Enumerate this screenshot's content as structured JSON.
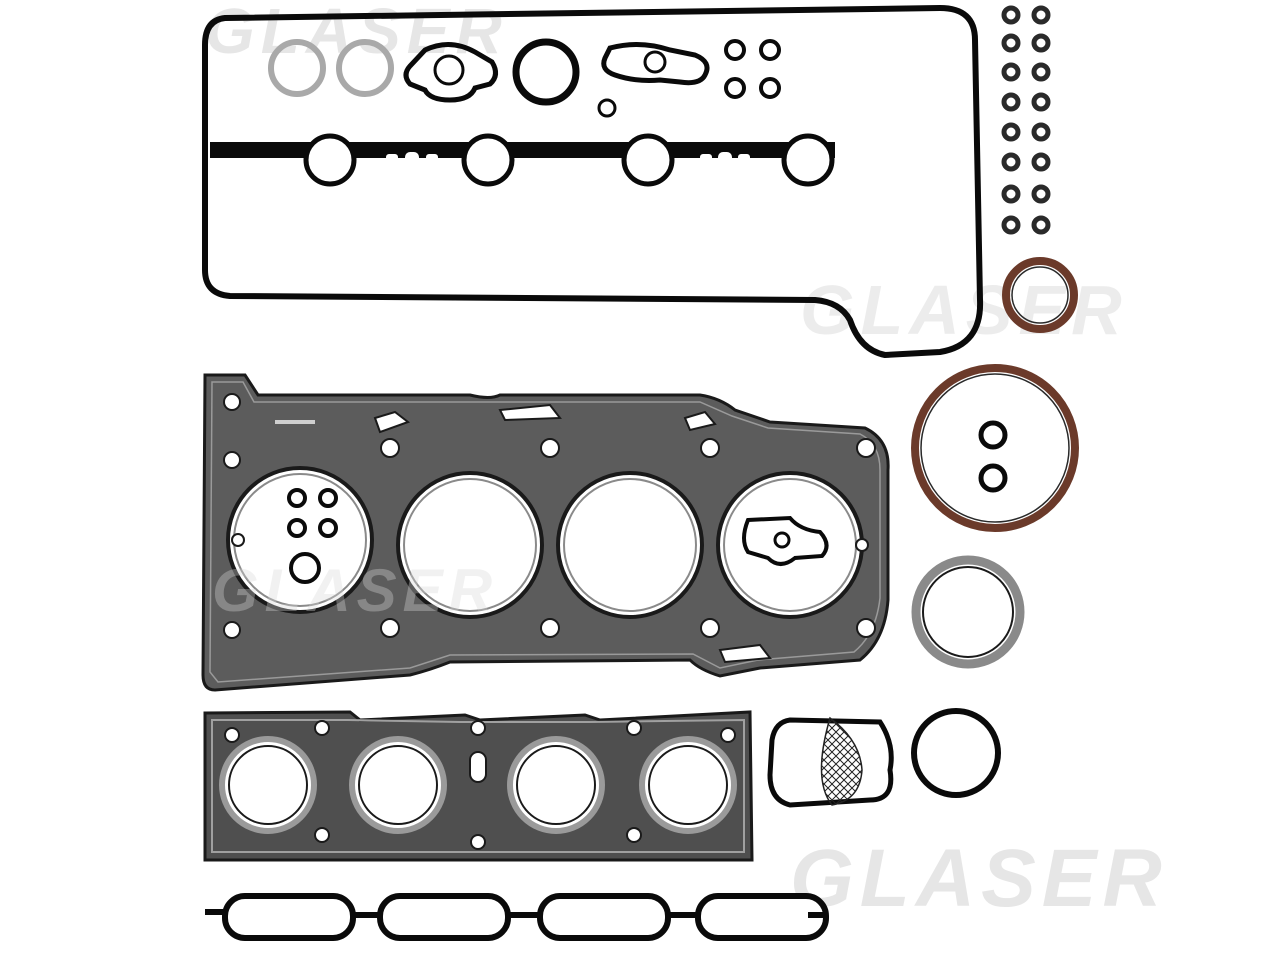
{
  "watermarks": {
    "top": "GLASER",
    "middle_right": "GLASER",
    "bottom_right": "GLASER",
    "middle_left": "GLASER"
  },
  "colors": {
    "gasket_black": "#0a0a0a",
    "metal_gray": "#5c5c5c",
    "metal_light": "#9a9a9a",
    "seal_brown": "#6b3a2a",
    "ring_gray": "#a9a9a9",
    "background": "#ffffff"
  }
}
